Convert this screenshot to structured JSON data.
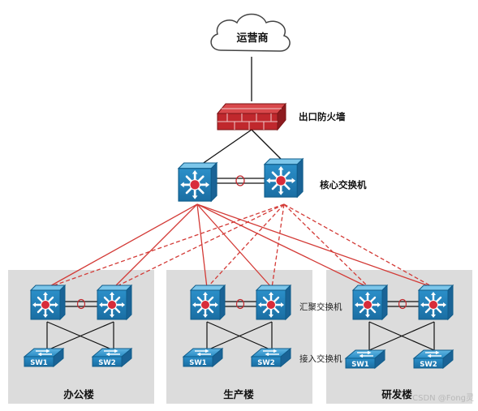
{
  "cloud": {
    "label": "运营商"
  },
  "firewall": {
    "label": "出口防火墙"
  },
  "core": {
    "label": "核心交换机"
  },
  "aggregation": {
    "label": "汇聚交换机"
  },
  "access": {
    "label": "接入交换机"
  },
  "buildings": [
    {
      "name": "办公楼",
      "sw1": "SW1",
      "sw2": "SW2"
    },
    {
      "name": "生产楼",
      "sw1": "SW1",
      "sw2": "SW2"
    },
    {
      "name": "研发楼",
      "sw1": "SW1",
      "sw2": "SW2"
    }
  ],
  "watermark": "CSDN @Fong灵",
  "colors": {
    "switch_blue": "#1f7fb8",
    "firewall_red": "#c0282d",
    "uplink_red": "#d33a36",
    "building_bg": "#dcdcdc"
  }
}
